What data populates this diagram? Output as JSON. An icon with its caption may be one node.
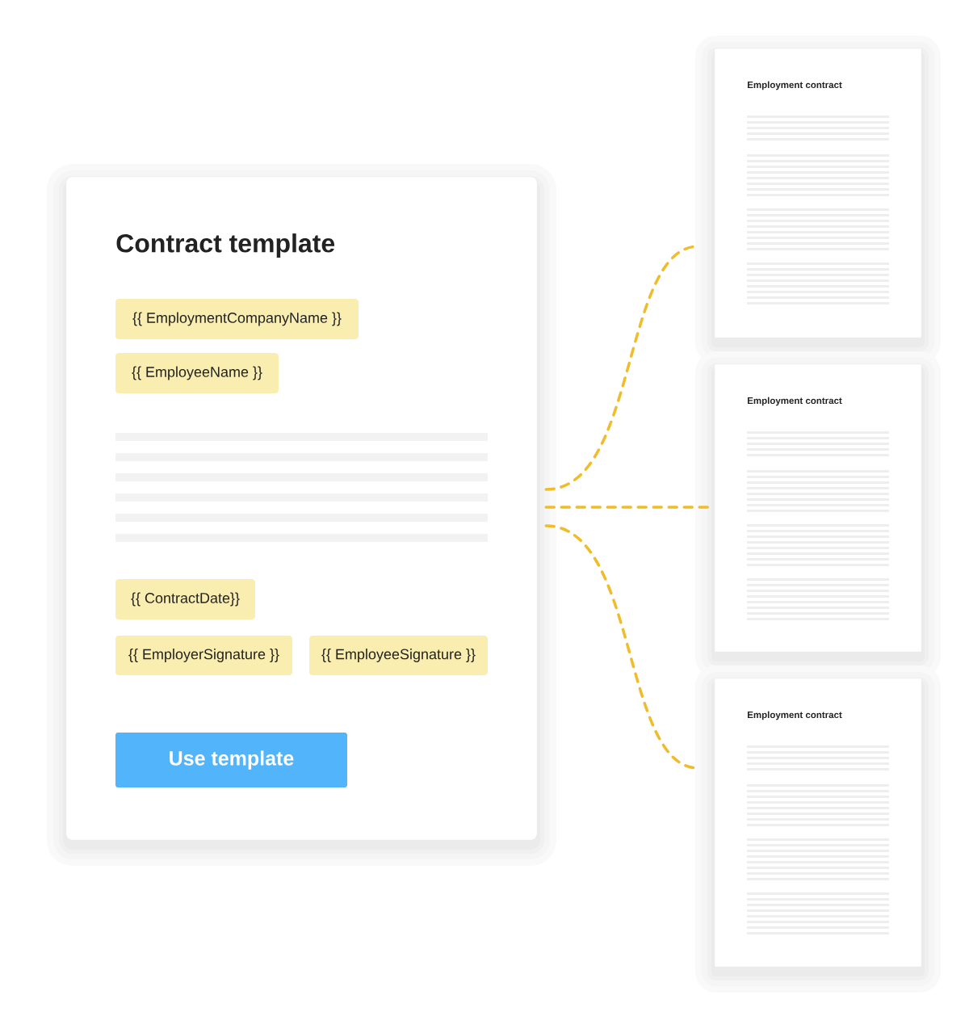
{
  "diagram": {
    "nodes": [
      {
        "text": [
          "Contract template"
        ]
      },
      {
        "text": [
          "{{ EmploymentCompanyName }}"
        ],
        "in": 0
      },
      {
        "text": [
          "{{ EmployeeName }}"
        ],
        "in": 0
      },
      {
        "text": [
          "{{ ContractDate}}"
        ],
        "in": 0
      },
      {
        "text": [
          "{{ EmployerSignature }}"
        ],
        "in": 0
      },
      {
        "text": [
          "{{ EmployeeSignature }}"
        ],
        "in": 0
      },
      {
        "text": [
          "Use template"
        ],
        "in": 0
      },
      {
        "text": [
          "Employment contract"
        ]
      },
      {
        "text": [
          "Employment contract"
        ]
      },
      {
        "text": [
          "Employment contract"
        ]
      }
    ],
    "edges": [
      {
        "from": 0,
        "to": 7,
        "arrow": "none",
        "style": "dashed"
      },
      {
        "from": 0,
        "to": 8,
        "arrow": "none",
        "style": "dashed"
      },
      {
        "from": 0,
        "to": 9,
        "arrow": "none",
        "style": "dashed"
      }
    ]
  }
}
